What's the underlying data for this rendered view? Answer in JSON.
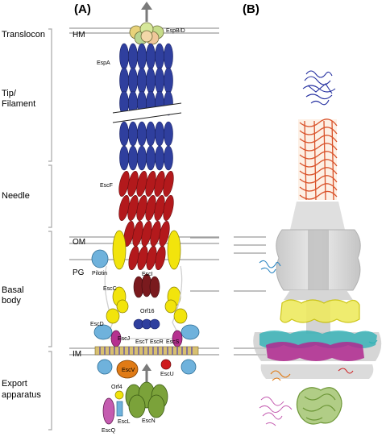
{
  "panels": {
    "a": "(A)",
    "b": "(B)"
  },
  "regions": {
    "translocon": "Translocon",
    "tip_filament_1": "Tip/",
    "tip_filament_2": "Filament",
    "needle": "Needle",
    "basal_1": "Basal",
    "basal_2": "body",
    "export_1": "Export",
    "export_2": "apparatus"
  },
  "membranes": {
    "hm": "HM",
    "om": "OM",
    "pg": "PG",
    "im": "IM"
  },
  "proteins": {
    "espbd": "EspB/D",
    "espa": "EspA",
    "escf": "EscF",
    "pilotin": "Pilotin",
    "escc": "EscC",
    "esci": "EscI",
    "orf16": "Orf16",
    "escd": "EscD",
    "escj": "EscJ",
    "esct": "EscT",
    "escr": "EscR",
    "escs": "EscS",
    "escv": "EscV",
    "escu": "EscU",
    "orf4": "Orf4",
    "escq": "EscQ",
    "escl": "EscL",
    "escn": "EscN"
  },
  "colors": {
    "espa_blue": "#2f3f9e",
    "escf_red": "#b3191c",
    "ring_yellow": "#f2e40c",
    "esci_darkred": "#7a1a1e",
    "light_blue": "#6fb2dc",
    "purple": "#b5318f",
    "orange": "#e07b16",
    "green": "#7ba23a",
    "pink_q": "#c45cb0"
  }
}
